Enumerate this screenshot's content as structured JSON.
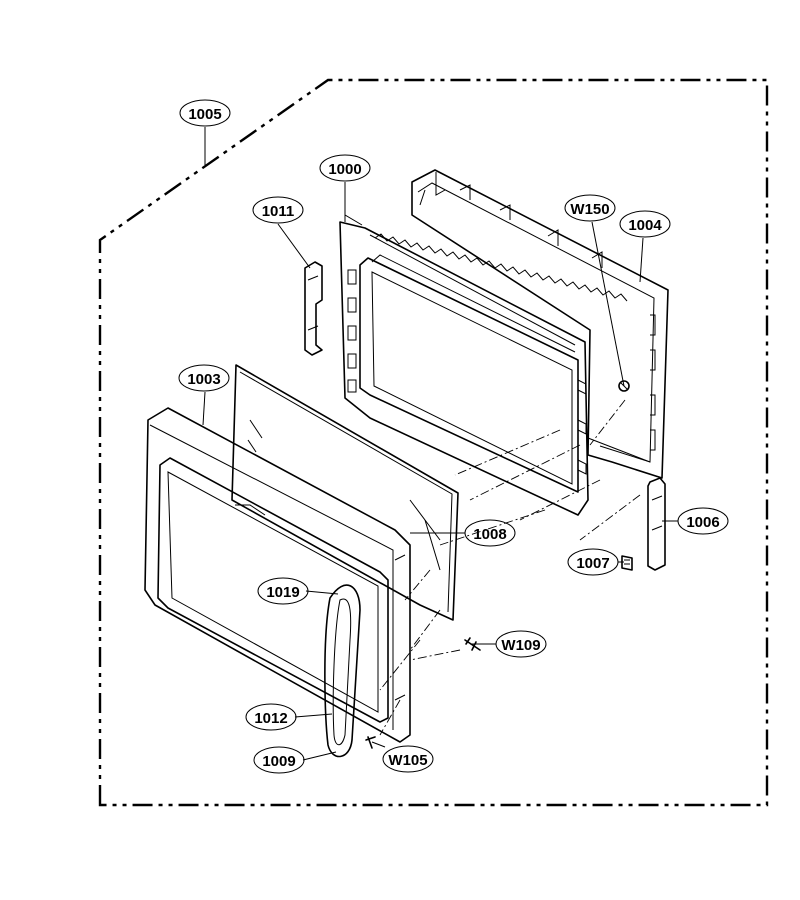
{
  "diagram": {
    "colors": {
      "line": "#000000",
      "background": "#ffffff"
    },
    "callouts": [
      {
        "id": "1005",
        "label": "1005"
      },
      {
        "id": "1000",
        "label": "1000"
      },
      {
        "id": "1011",
        "label": "1011"
      },
      {
        "id": "W150",
        "label": "W150"
      },
      {
        "id": "1004",
        "label": "1004"
      },
      {
        "id": "1003",
        "label": "1003"
      },
      {
        "id": "1008",
        "label": "1008"
      },
      {
        "id": "1006",
        "label": "1006"
      },
      {
        "id": "1007",
        "label": "1007"
      },
      {
        "id": "1019",
        "label": "1019"
      },
      {
        "id": "W109",
        "label": "W109"
      },
      {
        "id": "1012",
        "label": "1012"
      },
      {
        "id": "1009",
        "label": "1009"
      },
      {
        "id": "W105",
        "label": "W105"
      }
    ]
  }
}
